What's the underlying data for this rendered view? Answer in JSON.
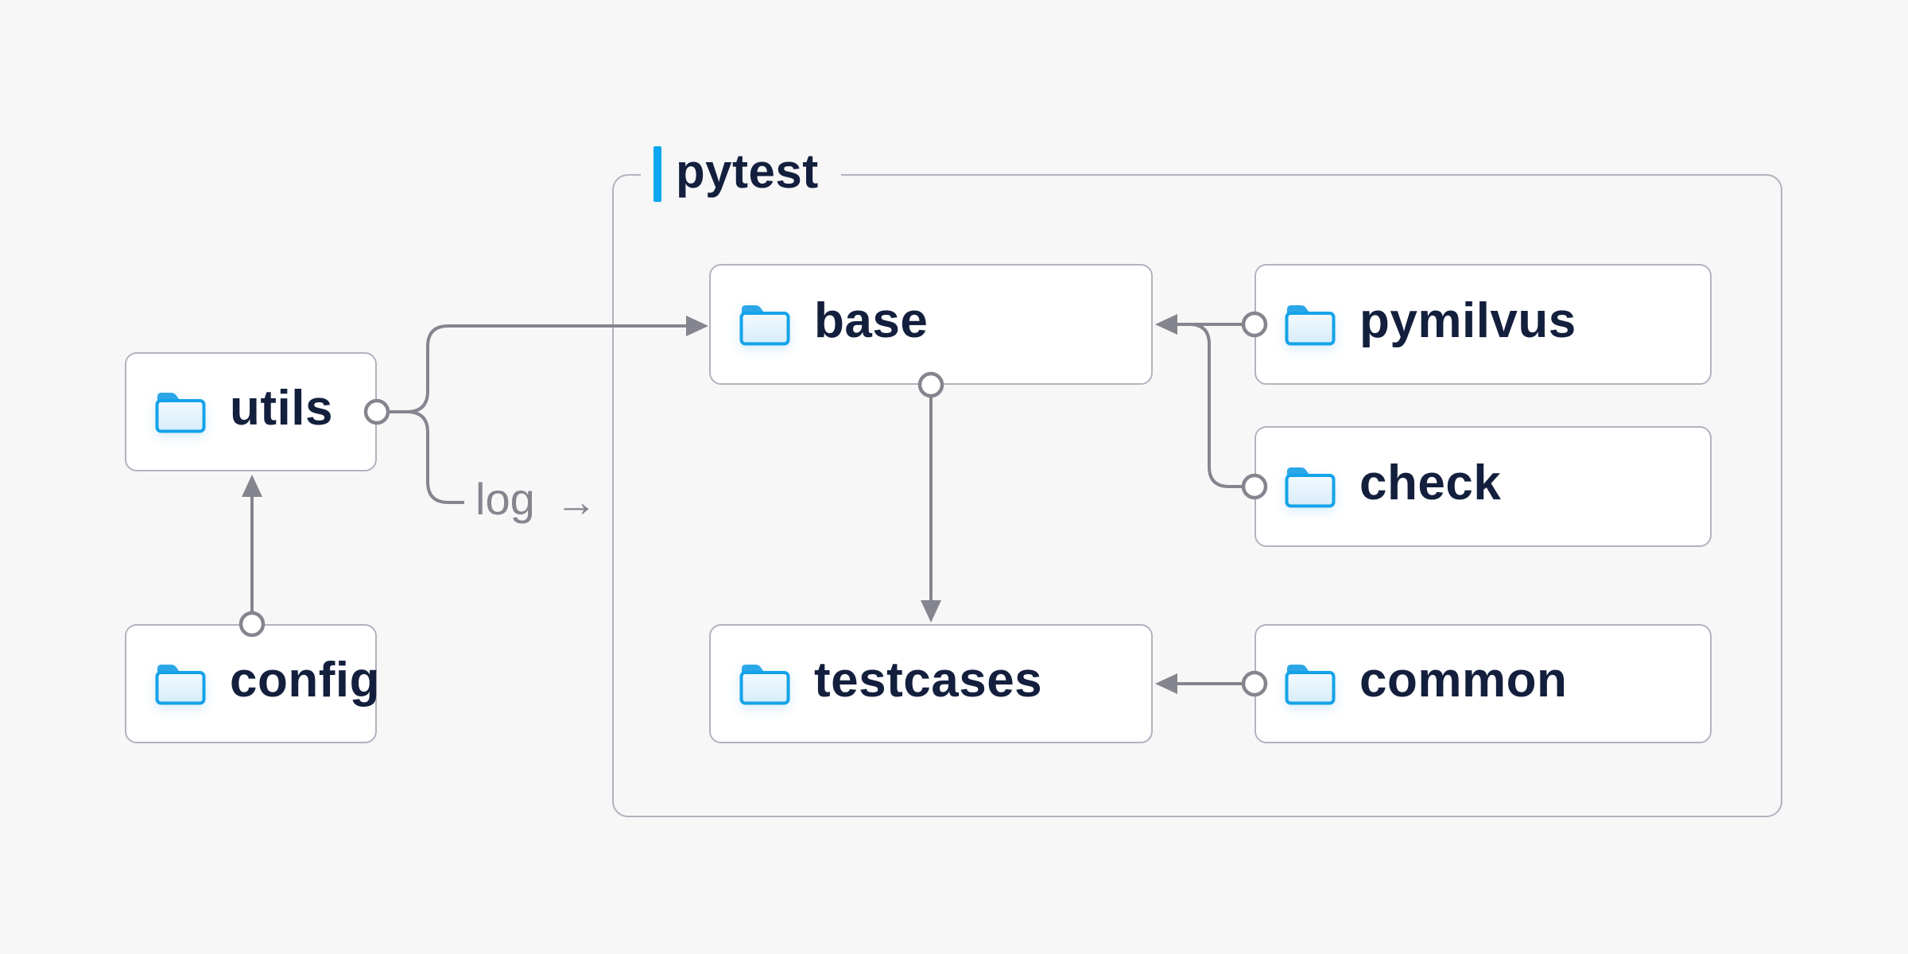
{
  "container": {
    "label": "pytest"
  },
  "nodes": {
    "utils": {
      "label": "utils"
    },
    "config": {
      "label": "config"
    },
    "base": {
      "label": "base"
    },
    "testcases": {
      "label": "testcases"
    },
    "pymilvus": {
      "label": "pymilvus"
    },
    "check": {
      "label": "check"
    },
    "common": {
      "label": "common"
    }
  },
  "edge_label": {
    "text": "log",
    "arrow": "→"
  },
  "edges": [
    {
      "from": "config",
      "to": "utils"
    },
    {
      "from": "utils",
      "to": "base"
    },
    {
      "from": "utils",
      "to": "log"
    },
    {
      "from": "pymilvus",
      "to": "base"
    },
    {
      "from": "check",
      "to": "base"
    },
    {
      "from": "base",
      "to": "testcases"
    },
    {
      "from": "common",
      "to": "testcases"
    }
  ],
  "colors": {
    "background": "#f7f7f8",
    "border": "#b3b3bf",
    "line": "#85858f",
    "node_text": "#131f3d",
    "accent": "#0aa6ee",
    "node_fill": "#ffffff",
    "folder_stroke": "#14a3e9",
    "folder_tab": "#2ba7e8",
    "folder_fill_top": "#f3fafe",
    "folder_fill_bottom": "#d6ecf9"
  }
}
